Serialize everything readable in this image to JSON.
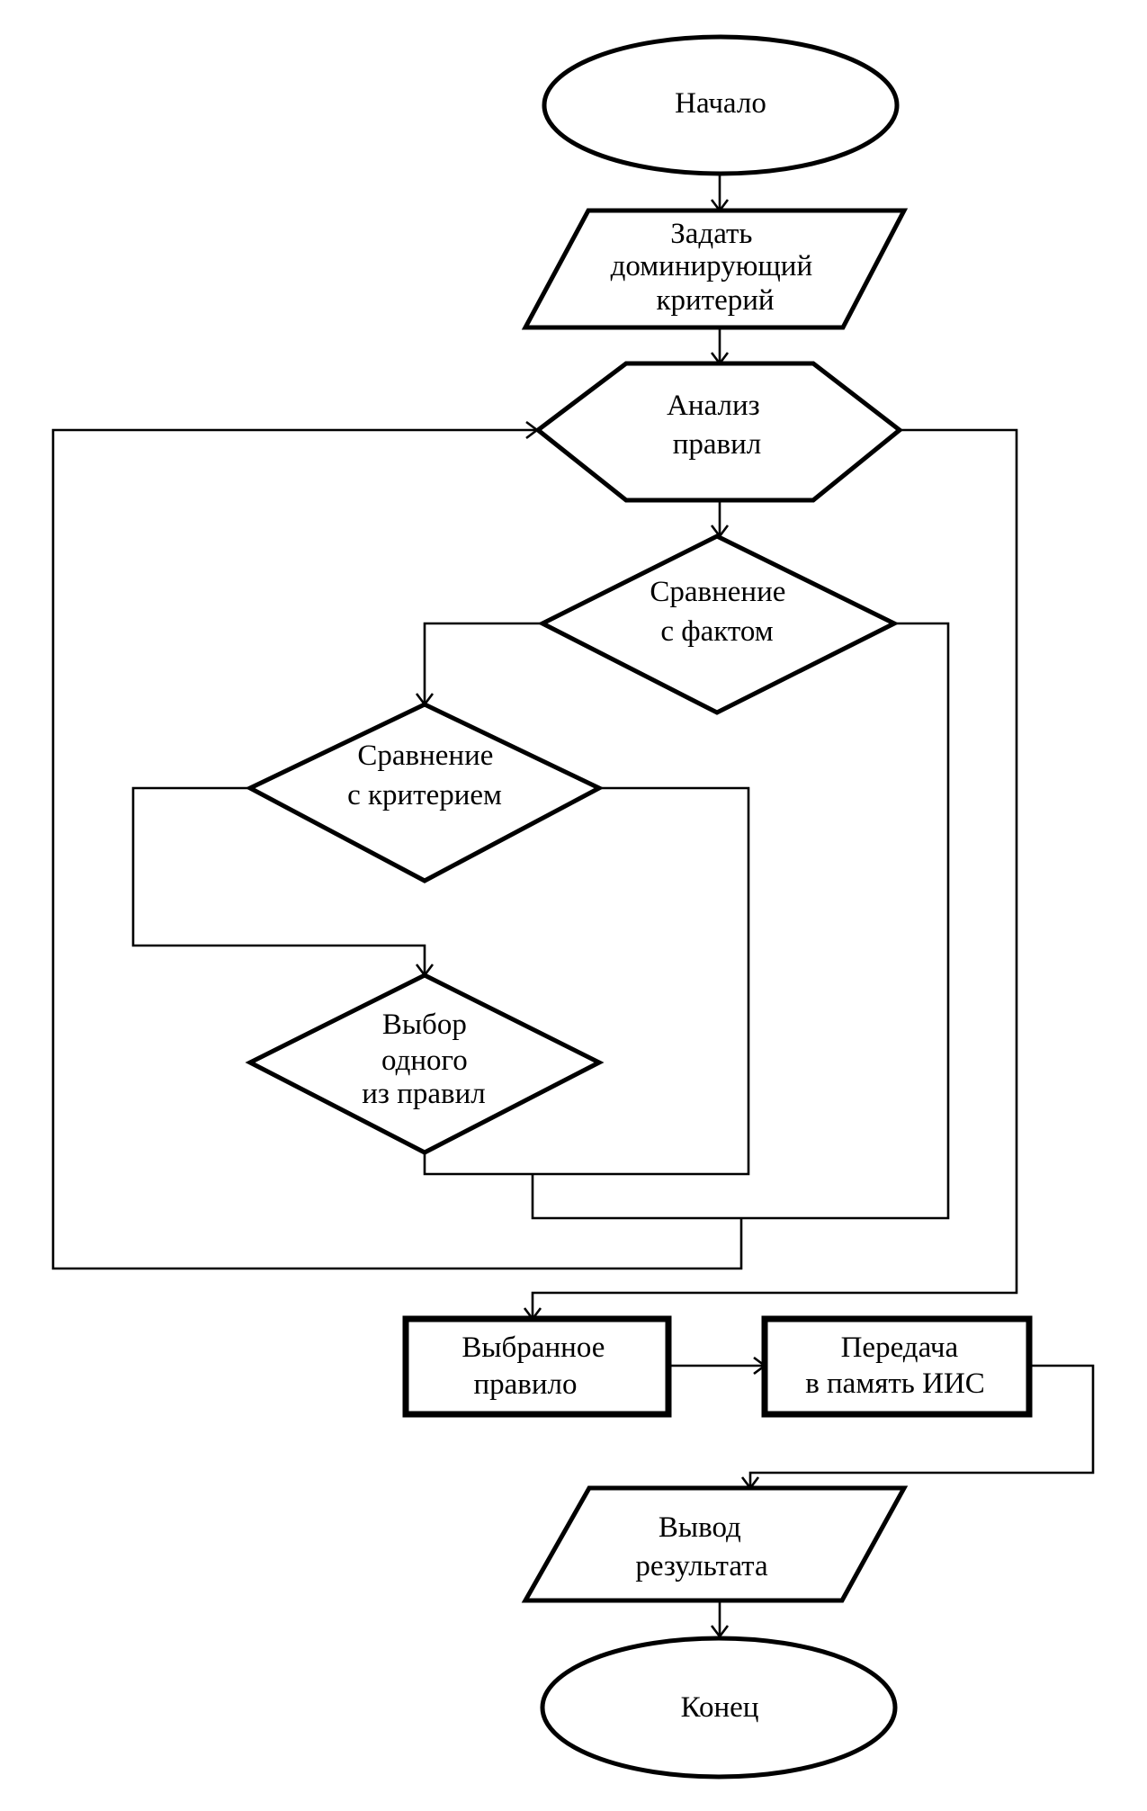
{
  "nodes": {
    "start": {
      "lines": [
        "Начало"
      ]
    },
    "set_criterion": {
      "lines": [
        "Задать",
        "доминирующий",
        "критерий"
      ]
    },
    "analyze_rules": {
      "lines": [
        "Анализ",
        "правил"
      ]
    },
    "compare_fact": {
      "lines": [
        "Сравнение",
        "с  фактом"
      ]
    },
    "compare_criterion": {
      "lines": [
        "Сравнение",
        "с  критерием"
      ]
    },
    "choose_rule": {
      "lines": [
        "Выбор",
        "одного",
        "из правил"
      ]
    },
    "selected_rule": {
      "lines": [
        "Выбранное",
        "правило"
      ]
    },
    "transfer_memory": {
      "lines": [
        "Передача",
        "в память ИИС"
      ]
    },
    "output_result": {
      "lines": [
        "Вывод",
        "результата"
      ]
    },
    "end": {
      "lines": [
        "Конец"
      ]
    }
  }
}
